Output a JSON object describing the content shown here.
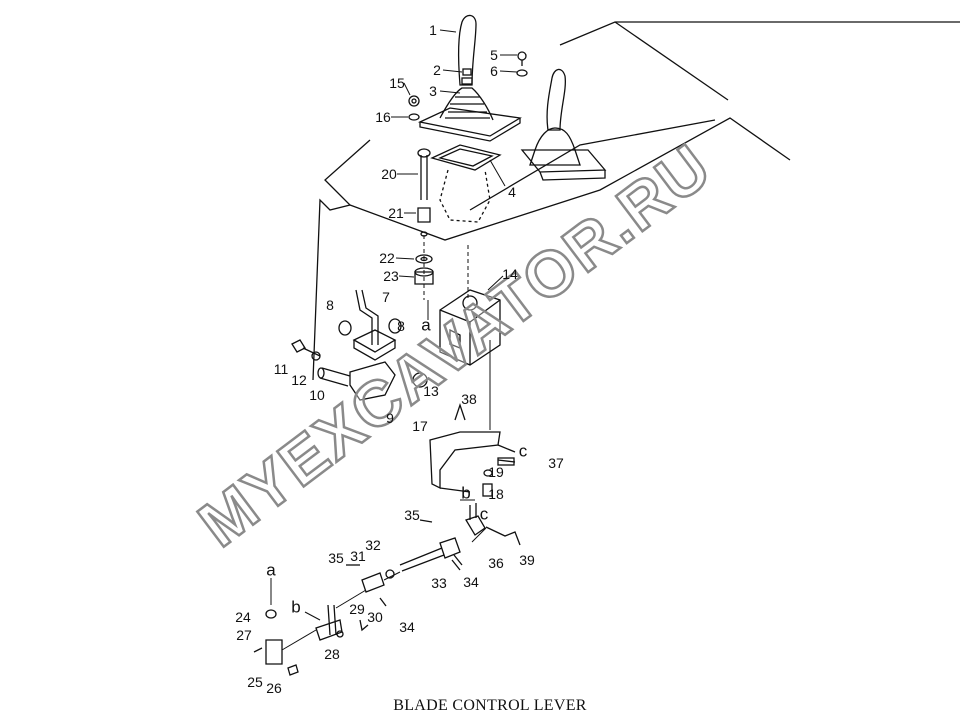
{
  "title": "BLADE CONTROL LEVER",
  "watermark": "MYEXCAVATOR.RU",
  "callouts": [
    "1",
    "2",
    "3",
    "5",
    "6",
    "15",
    "16",
    "20",
    "4",
    "21",
    "22",
    "23",
    "14",
    "8",
    "7",
    "a",
    "8",
    "11",
    "12",
    "10",
    "13",
    "9",
    "38",
    "17",
    "c",
    "37",
    "19",
    "b",
    "18",
    "35",
    "c",
    "36",
    "39",
    "35",
    "31",
    "32",
    "33",
    "34",
    "34",
    "a",
    "24",
    "27",
    "b",
    "29",
    "30",
    "28",
    "25",
    "26"
  ],
  "colors": {
    "line": "#111111",
    "watermark_stroke": "#8a8a8a"
  }
}
